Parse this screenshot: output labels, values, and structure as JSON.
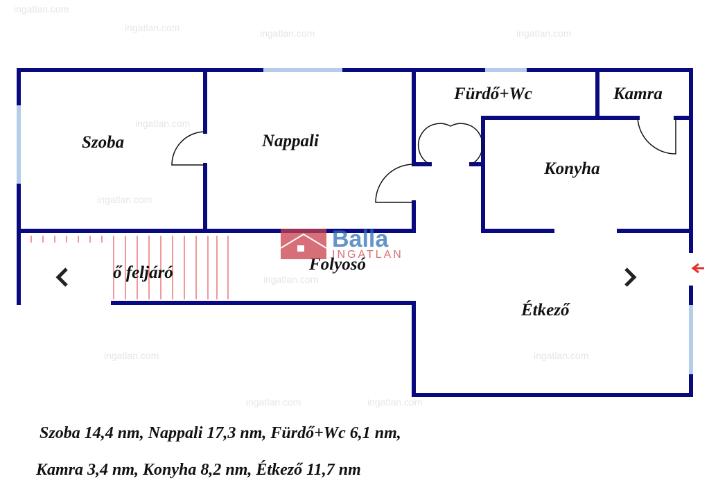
{
  "rooms": {
    "szoba": "Szoba",
    "nappali": "Nappali",
    "furdo": "Fürdő+Wc",
    "kamra": "Kamra",
    "konyha": "Konyha",
    "folyoso": "Folyosó",
    "feljaro": "ő feljáró",
    "etkezo": "Étkező"
  },
  "caption": {
    "line1": "Szoba 14,4 nm, Nappali 17,3 nm, Fürdő+Wc 6,1 nm,",
    "line2": "Kamra 3,4 nm, Konyha 8,2 nm, Étkező 11,7 nm"
  },
  "logo": {
    "brand": "Balla",
    "sub": "INGATLAN"
  },
  "watermark": "ingatlan.com",
  "colors": {
    "wall": "#0a0a80",
    "window": "#b3cdea",
    "stairs": "#e63a3a",
    "entry_arrow": "#e8302a"
  }
}
